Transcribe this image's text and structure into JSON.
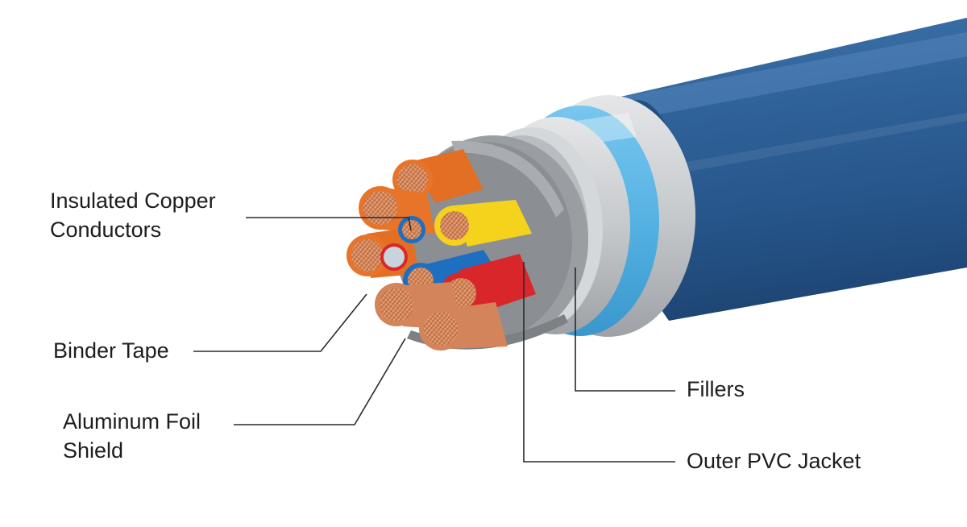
{
  "labels": {
    "insulated_conductors": [
      "Insulated Copper",
      "Conductors"
    ],
    "binder_tape": "Binder Tape",
    "aluminum_foil_shield": [
      "Aluminum Foil",
      "Shield"
    ],
    "fillers": "Fillers",
    "outer_jacket": "Outer PVC Jacket"
  },
  "colors": {
    "jacket_blue": "#2d5f95",
    "shield_light_blue": "#5bb6e6",
    "binder_silver": "#c9ccce",
    "filler_gray": "#8f9397",
    "copper": "#d4845a",
    "orange_insulation": "#e8742a",
    "yellow_insulation": "#f5d21c",
    "blue_insulation": "#1f6fc0",
    "red_insulation": "#d9262b",
    "leader_line": "#2a2a2a"
  }
}
